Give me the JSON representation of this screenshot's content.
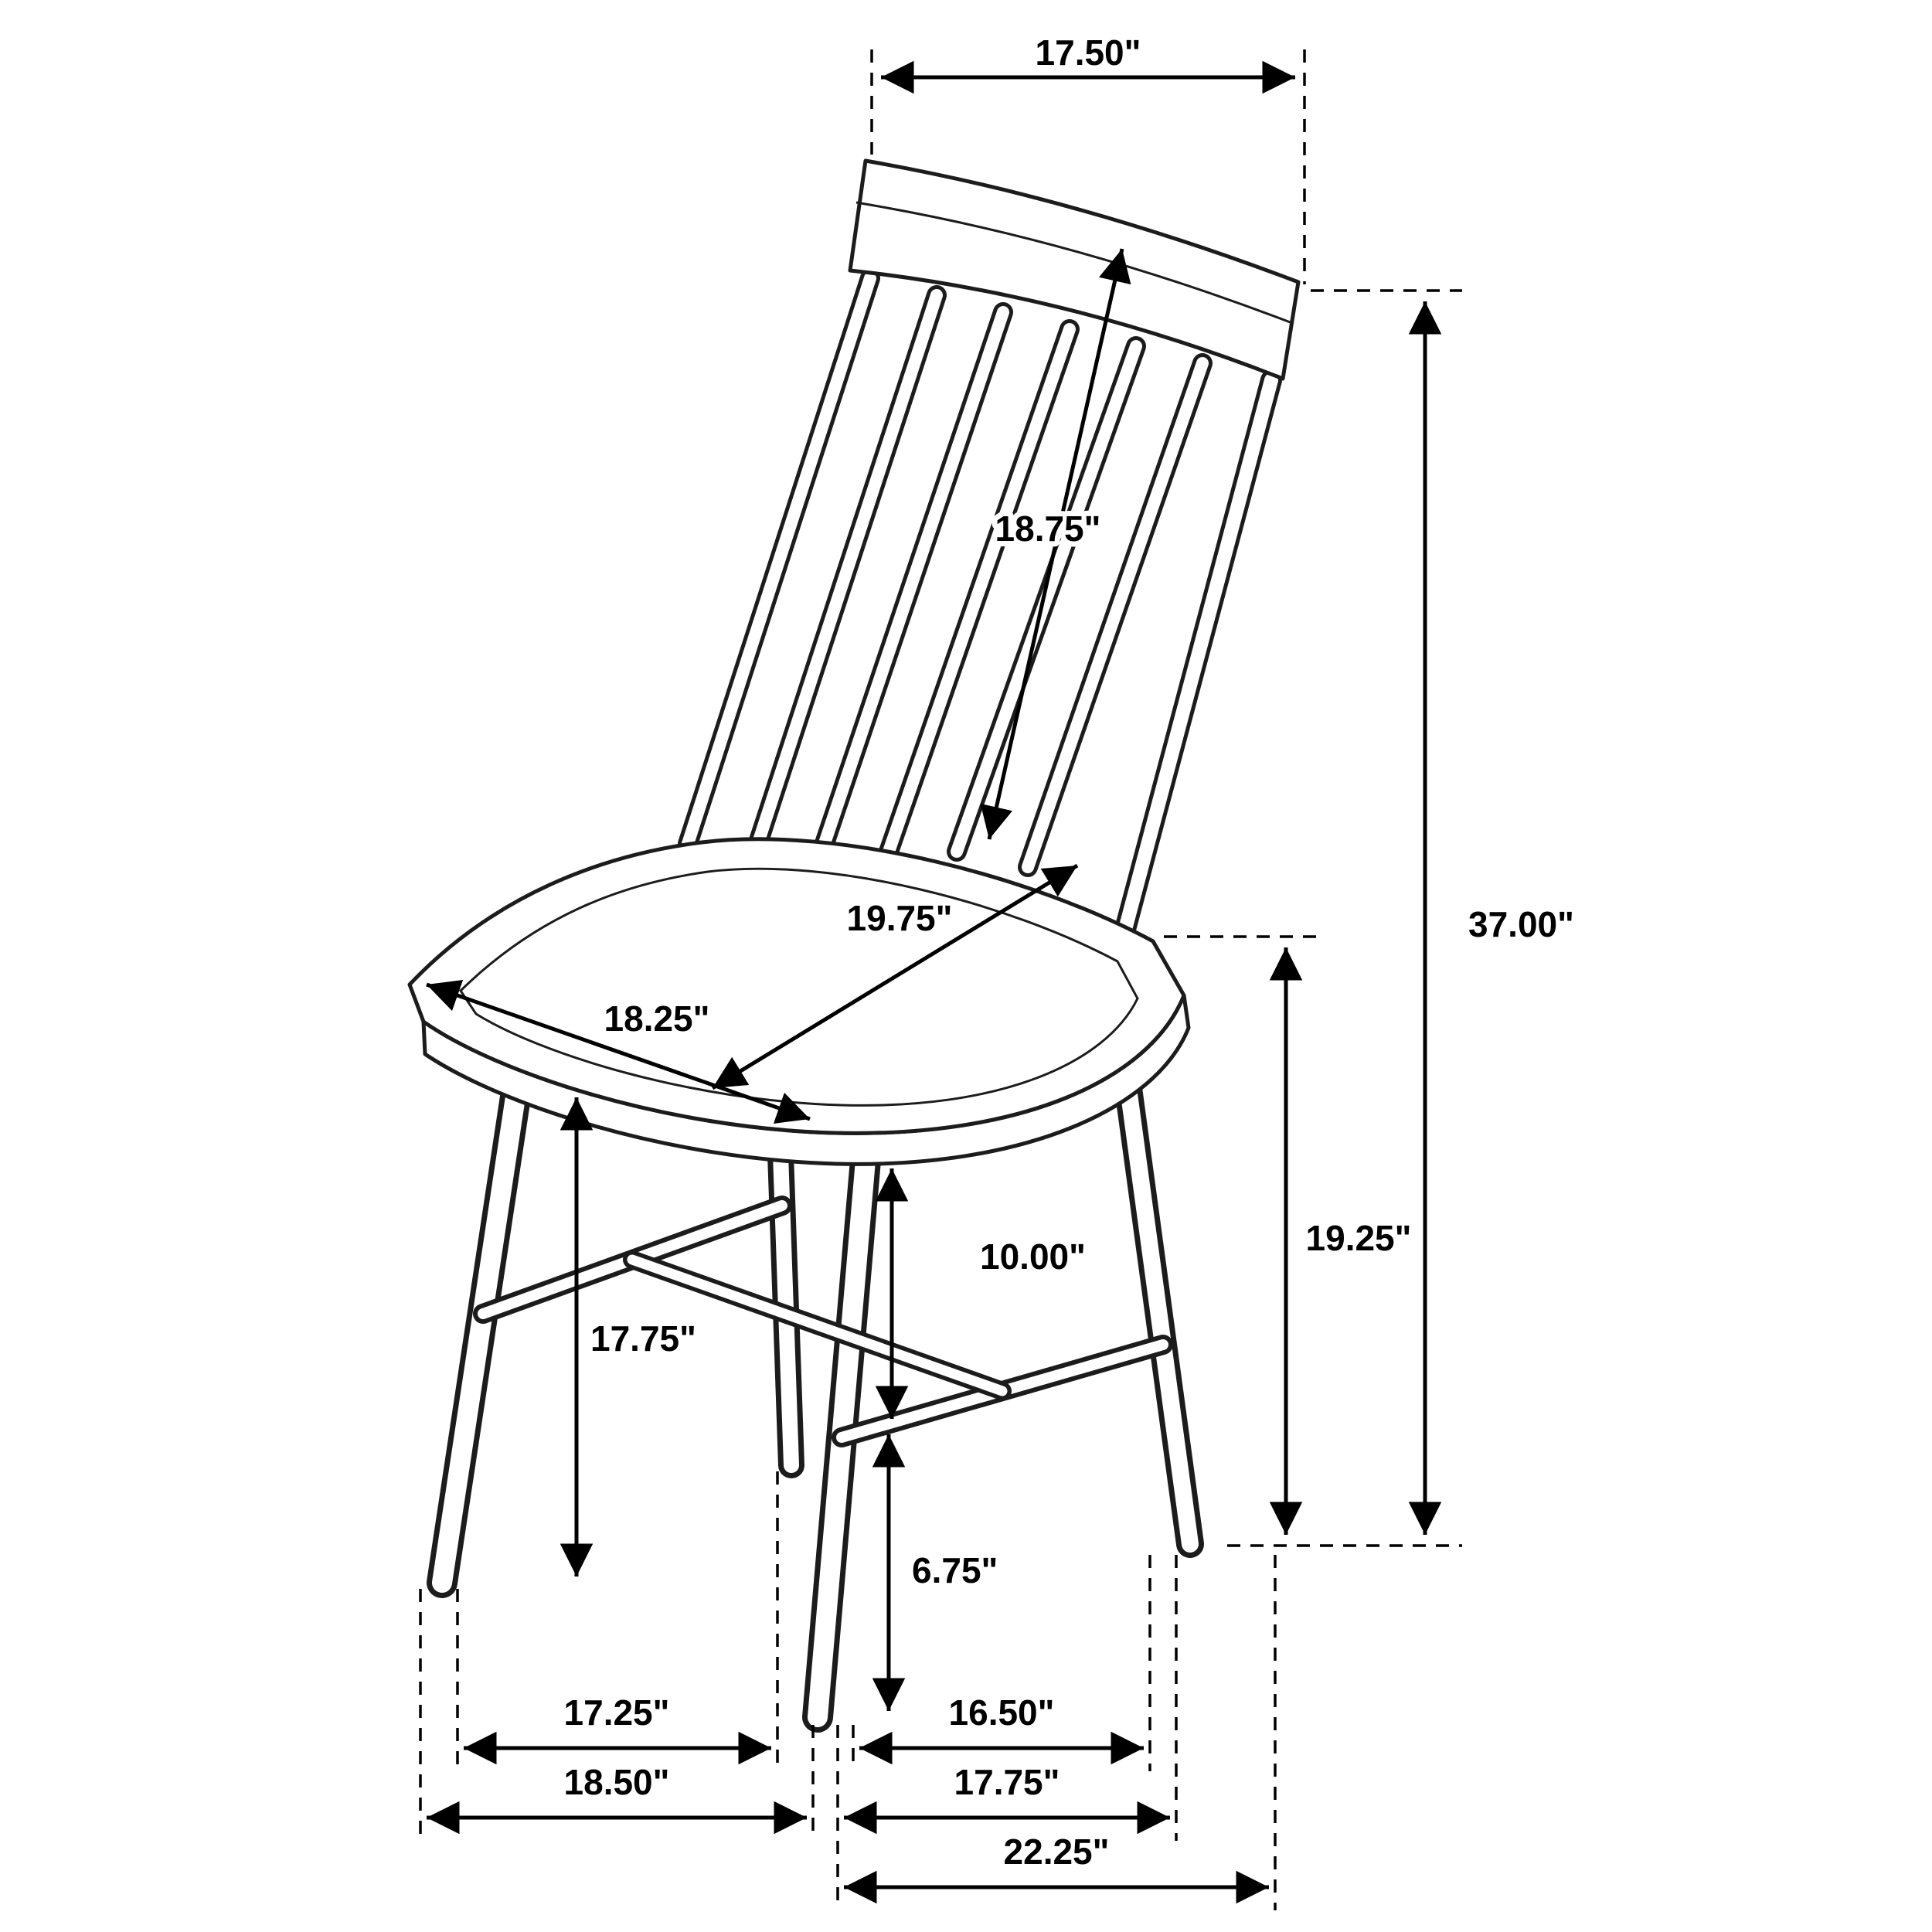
{
  "diagram": {
    "subject": "windsor-style dining chair dimension drawing",
    "units": "inches",
    "line_color": "#1c1c1c",
    "background_color": "#ffffff",
    "dimensions": {
      "top_width": "17.50\"",
      "back_length": "18.75\"",
      "overall_height": "37.00\"",
      "seat_diagonal_depth": "19.75\"",
      "seat_width": "18.25\"",
      "floor_to_seat_back": "19.25\"",
      "seat_to_stretcher": "10.00\"",
      "floor_to_seat_front": "17.75\"",
      "stretcher_to_floor": "6.75\"",
      "front_leg_spacing": "17.25\"",
      "base_front_width": "18.50\"",
      "side_leg_spacing": "16.50\"",
      "base_side_depth": "17.75\"",
      "overall_depth": "22.25\""
    }
  }
}
